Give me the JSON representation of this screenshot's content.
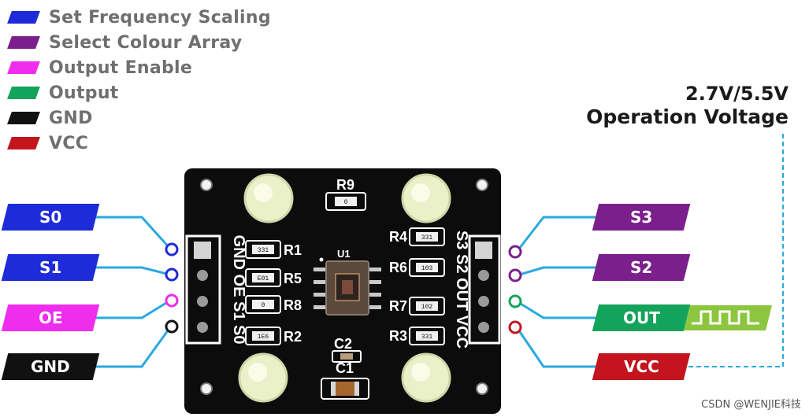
{
  "legend": [
    {
      "label": "Set Frequency Scaling",
      "color": "#1e2bd8"
    },
    {
      "label": "Select Colour Array",
      "color": "#7a1f8c"
    },
    {
      "label": "Output Enable",
      "color": "#ee2ded"
    },
    {
      "label": "Output",
      "color": "#13a35a"
    },
    {
      "label": "GND",
      "color": "#111111"
    },
    {
      "label": "VCC",
      "color": "#c4141e"
    }
  ],
  "voltage": {
    "line1": "2.7V/5.5V",
    "line2": "Operation Voltage"
  },
  "left_pins": [
    {
      "label": "S0",
      "color": "#1e2bd8"
    },
    {
      "label": "S1",
      "color": "#1e2bd8"
    },
    {
      "label": "OE",
      "color": "#ee2ded"
    },
    {
      "label": "GND",
      "color": "#111111"
    }
  ],
  "right_pins": [
    {
      "label": "S3",
      "color": "#7a1f8c"
    },
    {
      "label": "S2",
      "color": "#7a1f8c"
    },
    {
      "label": "OUT",
      "color": "#13a35a"
    },
    {
      "label": "VCC",
      "color": "#c4141e"
    }
  ],
  "board": {
    "left_header_silk": "GND OE S1 S0",
    "right_header_silk": "S3 S2 OUT VCC",
    "resistors": {
      "r1": "R1",
      "r2": "R2",
      "r3": "R3",
      "r4": "R4",
      "r5": "R5",
      "r6": "R6",
      "r7": "R7",
      "r8": "R8",
      "r9": "R9"
    },
    "codes": {
      "r1": "331",
      "r2": "1E6",
      "r3": "331",
      "r4": "331",
      "r5": "E01",
      "r6": "103",
      "r7": "102",
      "r8": "0",
      "r9": "0"
    },
    "capacitors": {
      "c1": "C1",
      "c2": "C2"
    },
    "ic": "U1"
  },
  "waveform_color": "#8cc63f",
  "line_color": "#29a9e0",
  "watermark": "CSDN @WENJIE科技"
}
